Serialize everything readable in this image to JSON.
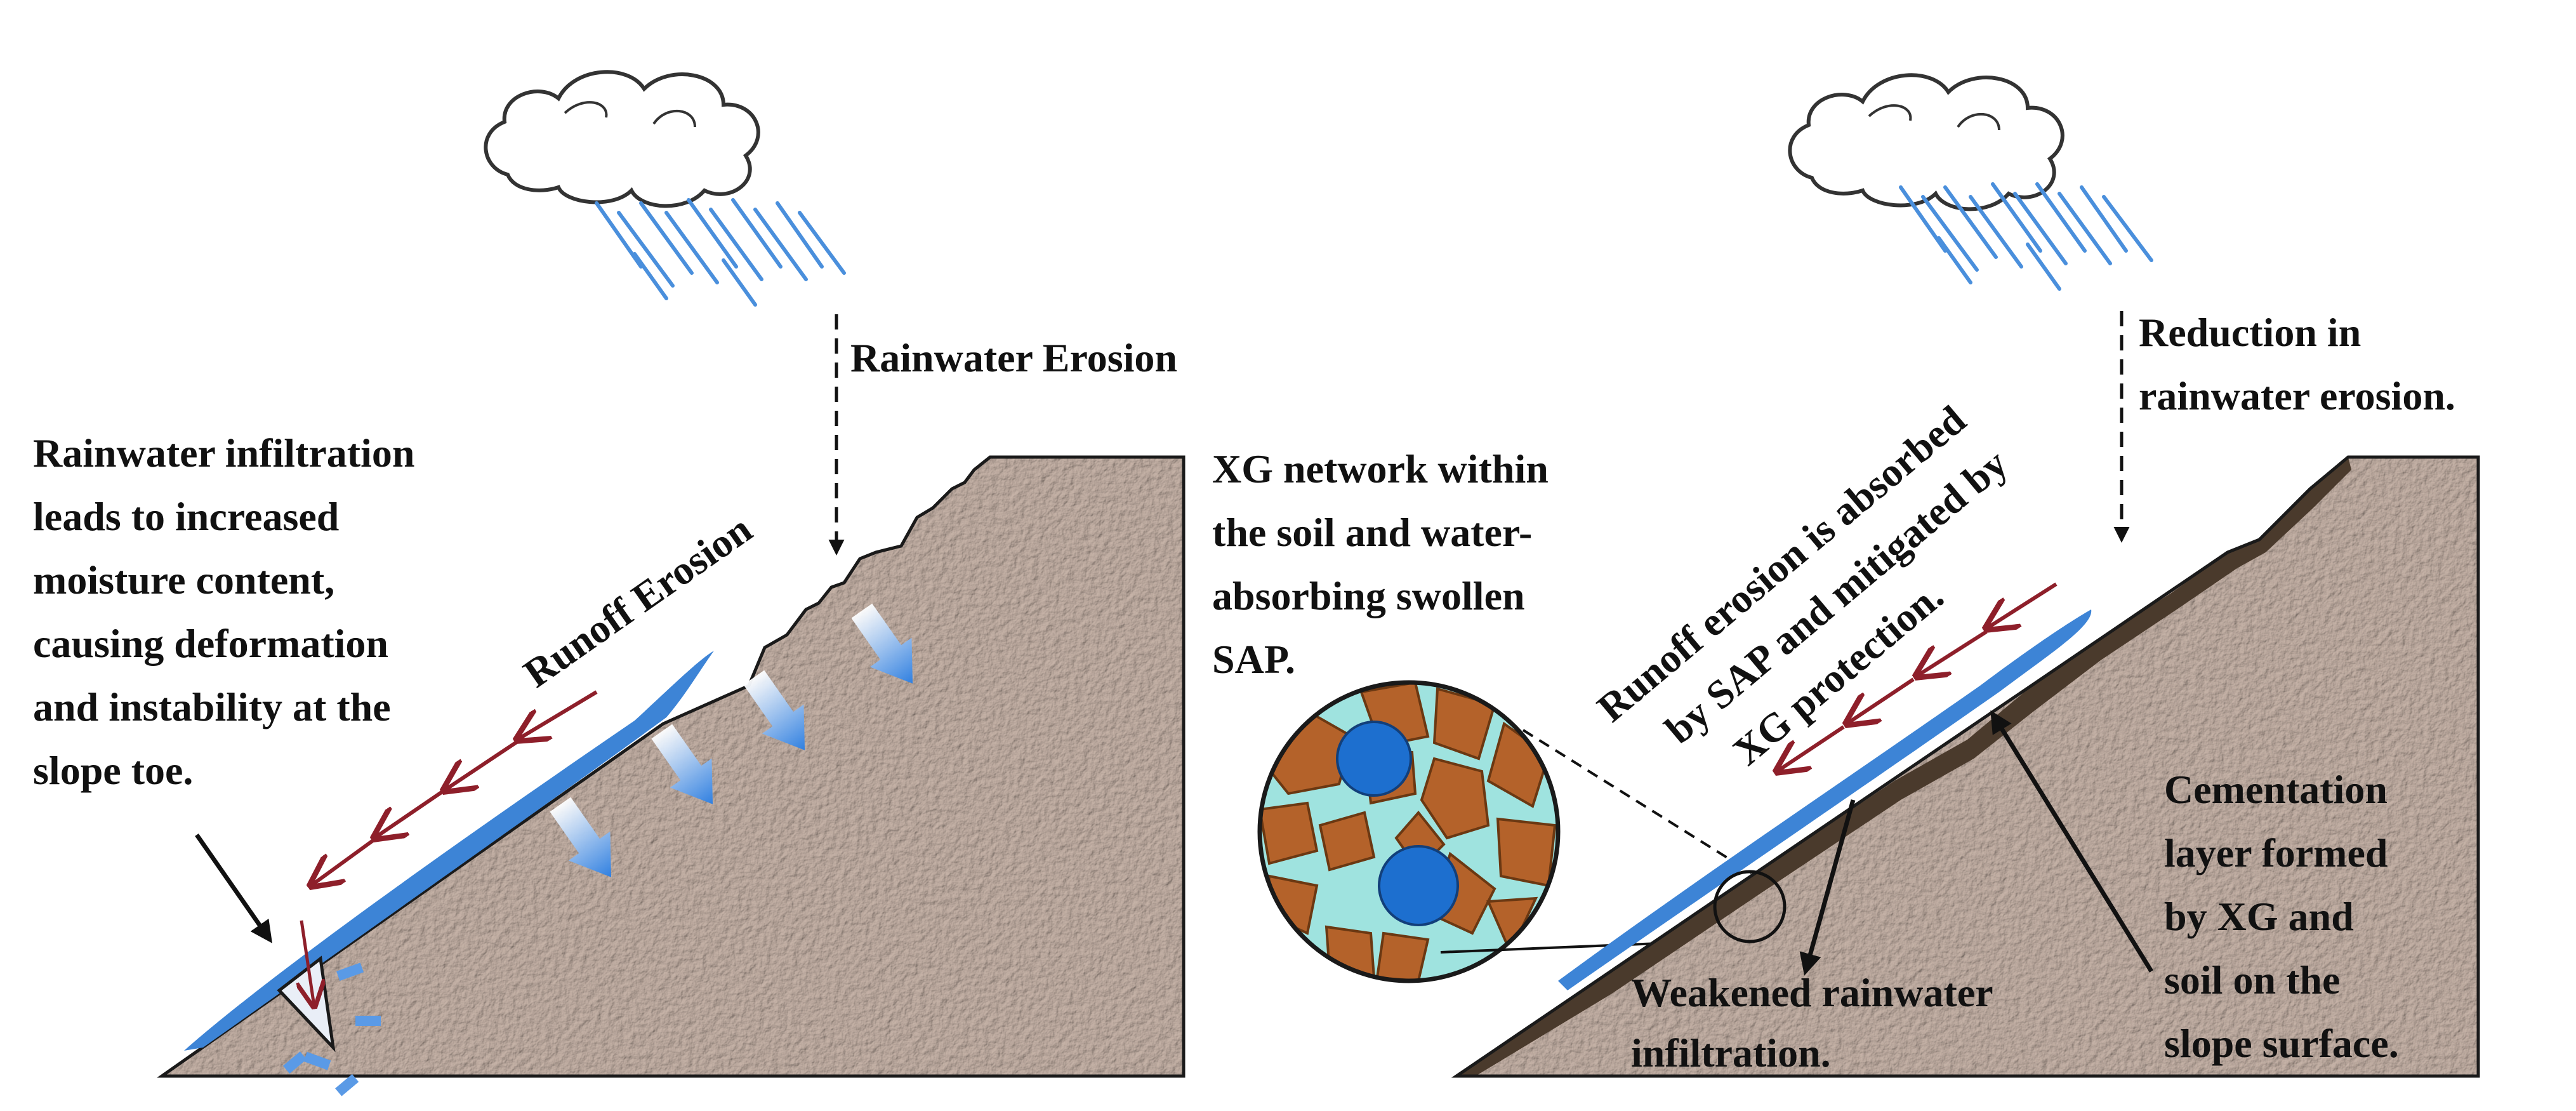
{
  "left_panel": {
    "rain_label": "Rainwater Erosion",
    "runoff_label": "Runoff Erosion",
    "infiltration_note": [
      "Rainwater infiltration",
      "leads to increased",
      "moisture content,",
      "causing deformation",
      "and instability at the",
      "slope toe."
    ]
  },
  "center_inset": {
    "caption": [
      "XG network within",
      "the soil and water-",
      "absorbing swollen",
      "SAP."
    ]
  },
  "right_panel": {
    "reduction_label": [
      "Reduction in",
      "rainwater erosion."
    ],
    "runoff_note": [
      "Runoff erosion is absorbed",
      "by SAP and mitigated by",
      "XG protection."
    ],
    "weakened_label": [
      "Weakened rainwater",
      "infiltration."
    ],
    "cementation_label": [
      "Cementation",
      "layer formed",
      "by XG and",
      "soil on the",
      "slope surface."
    ]
  },
  "colors": {
    "soil": "#a0826e",
    "water": "#3d84d6",
    "runoff_arrow": "#8e1f2a",
    "rain": "#4a8fdc",
    "cementation": "#4a3a2c",
    "xg_network": "#9fe3df",
    "soil_particle": "#b4622a",
    "sap_bead": "#1d6fcf"
  },
  "icons": [
    "cloud-icon",
    "rain-icon",
    "infiltration-arrow-icon",
    "runoff-arrow-icon"
  ]
}
